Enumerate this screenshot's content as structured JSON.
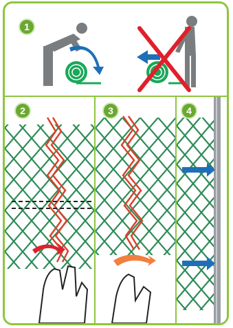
{
  "steps": [
    {
      "number": "1",
      "description_icons": [
        "worker-unrolling-icon",
        "roll-direction-arrow-icon",
        "wrong-direction-cross-icon"
      ]
    },
    {
      "number": "2"
    },
    {
      "number": "3"
    },
    {
      "number": "4"
    }
  ],
  "colors": {
    "frame": "#8dc63f",
    "badge": "#6aa832",
    "mesh": "#2e8b57",
    "mesh_highlight": "#d9432c",
    "arrow_blue": "#1f6fb8",
    "cross_red": "#e0202a",
    "worker_gray": "#7a7d80"
  }
}
